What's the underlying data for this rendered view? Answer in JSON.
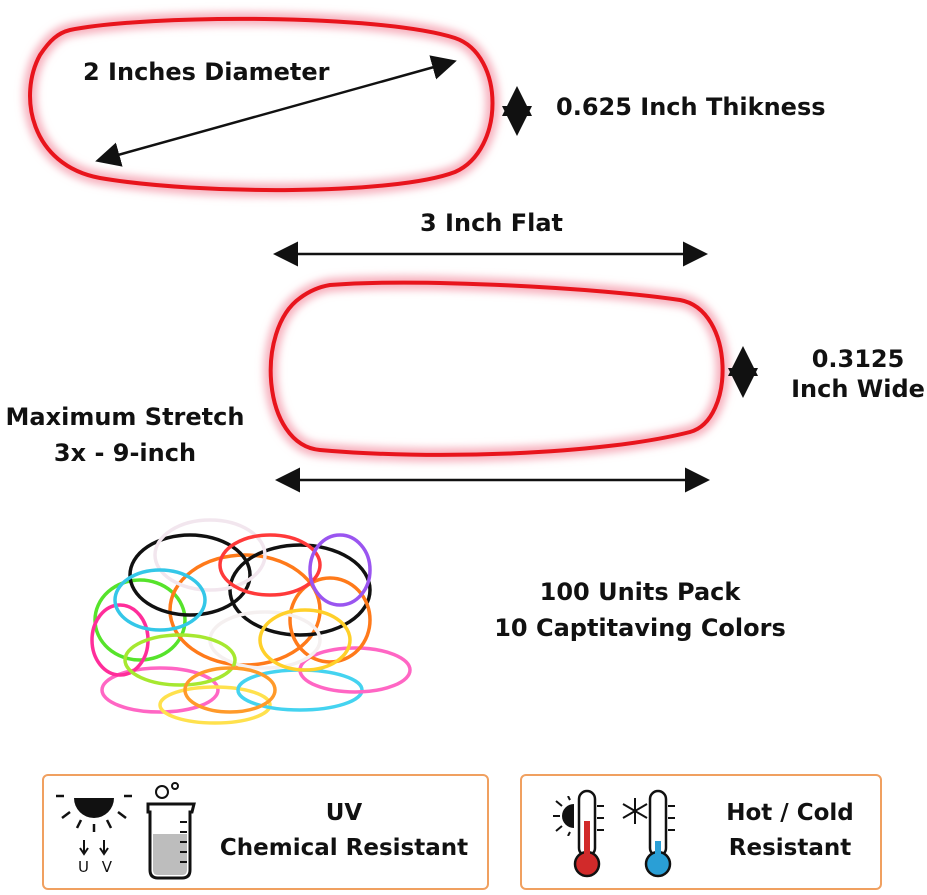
{
  "top_band": {
    "diameter_label": "2 Inches Diameter",
    "thickness_label": "0.625 Inch Thikness"
  },
  "flat_band": {
    "flat_label": "3 Inch Flat",
    "wide_line1": "0.3125",
    "wide_line2": "Inch Wide"
  },
  "stretch": {
    "line1": "Maximum Stretch",
    "line2": "3x - 9-inch"
  },
  "pack": {
    "line1": "100 Units Pack",
    "line2": "10 Captitaving Colors"
  },
  "features": [
    {
      "line1": "UV",
      "line2": "Chemical Resistant",
      "uv_text": "U V"
    },
    {
      "line1": "Hot / Cold",
      "line2": "Resistant"
    }
  ],
  "colors": {
    "band": "#e8141c",
    "glow": "#f7b3c0",
    "card_border": "#f0a060",
    "thermo_hot": "#d12a2a",
    "thermo_cold": "#2a9fd6"
  },
  "icons": [
    "sun-icon",
    "beaker-icon",
    "sun-small-icon",
    "snowflake-icon",
    "thermometer-hot-icon",
    "thermometer-cold-icon"
  ]
}
